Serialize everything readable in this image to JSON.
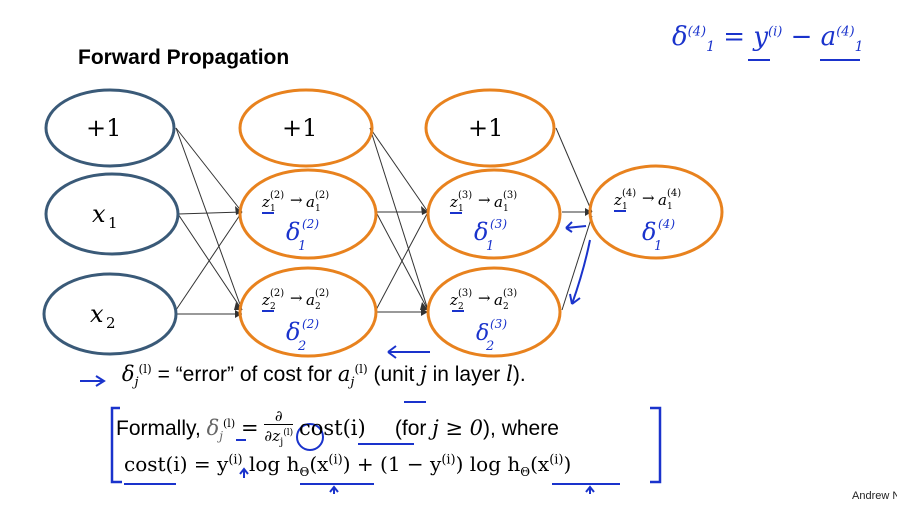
{
  "title": "Forward Propagation",
  "nodes": {
    "l1_bias": "+1",
    "x1": "x",
    "x1_sub": "1",
    "x2": "x",
    "x2_sub": "2",
    "l2_bias": "+1",
    "l3_bias": "+1"
  },
  "node_eqs": {
    "z2_1": "z",
    "arrow": "→",
    "a": "a"
  },
  "handwriting": {
    "delta": "δ",
    "top_eq_y": "y",
    "top_eq_a": "a",
    "top_eq_sup4": "(4)",
    "top_eq_supi": "(i)",
    "sub1": "1",
    "sub2": "2",
    "sup2": "(2)",
    "sup3": "(3)",
    "sup4": "(4)"
  },
  "text": {
    "line1_error": "= “error” of cost for",
    "line1_unit": "(unit",
    "line1_j": "j",
    "line1_in_layer": "in layer",
    "line1_l": "l",
    "line1_end": ").",
    "line2_formally": "Formally,",
    "line2_partial": "∂",
    "line2_cost": "cost(i)",
    "line2_for": "(for",
    "line2_cond": "j ≥ 0",
    "line2_where": "), where",
    "line3": "cost(i) = y⁽ⁱ⁾ log h_Θ(x⁽ⁱ⁾) + (1 − y⁽ⁱ⁾) log h_Θ(x⁽ⁱ⁾)",
    "line3_a": "cost(i) = y",
    "line3_sup_i": "(i)",
    "line3_log": " log h",
    "line3_theta": "Θ",
    "line3_x": "(x",
    "line3_paren": ") + (1 − y",
    "line3_log2": ") log h",
    "line3_end": ")"
  },
  "credit": "Andrew N",
  "colors": {
    "blue_node": "#3a5a78",
    "orange_node": "#e8821e",
    "handwriting": "#1a33cc"
  }
}
